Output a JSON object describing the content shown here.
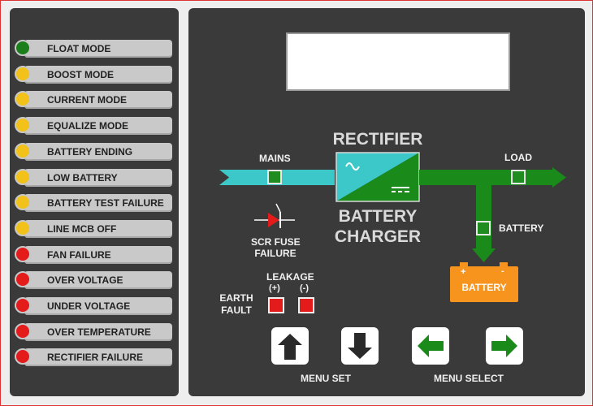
{
  "status_indicators": [
    {
      "label": "FLOAT MODE",
      "color": "#1a7f1a"
    },
    {
      "label": "BOOST MODE",
      "color": "#f2c21a"
    },
    {
      "label": "CURRENT MODE",
      "color": "#f2c21a"
    },
    {
      "label": "EQUALIZE MODE",
      "color": "#f2c21a"
    },
    {
      "label": "BATTERY ENDING",
      "color": "#f2c21a"
    },
    {
      "label": "LOW BATTERY",
      "color": "#f2c21a"
    },
    {
      "label": "BATTERY TEST FAILURE",
      "color": "#f2c21a"
    },
    {
      "label": "LINE MCB OFF",
      "color": "#f2c21a"
    },
    {
      "label": "FAN FAILURE",
      "color": "#e31b1b"
    },
    {
      "label": "OVER VOLTAGE",
      "color": "#e31b1b"
    },
    {
      "label": "UNDER VOLTAGE",
      "color": "#e31b1b"
    },
    {
      "label": "OVER TEMPERATURE",
      "color": "#e31b1b"
    },
    {
      "label": "RECTIFIER FAILURE",
      "color": "#e31b1b"
    }
  ],
  "diagram": {
    "rectifier_label": "RECTIFIER",
    "battery_charger_line1": "BATTERY",
    "battery_charger_line2": "CHARGER",
    "mains_label": "MAINS",
    "load_label": "LOAD",
    "battery_branch_label": "BATTERY",
    "scr_fuse_line1": "SCR FUSE",
    "scr_fuse_line2": "FAILURE",
    "leakage_label": "LEAKAGE",
    "leakage_plus": "(+)",
    "leakage_minus": "(-)",
    "earth_line1": "EARTH",
    "earth_line2": "FAULT",
    "battery_icon_label": "BATTERY",
    "battery_plus": "+",
    "battery_minus": "-"
  },
  "buttons": {
    "menu_set_label": "MENU SET",
    "menu_select_label": "MENU SELECT"
  },
  "colors": {
    "mains_line": "#3cc8c8",
    "output_line": "#1a8a1a",
    "led_green": "#1a7f1a",
    "led_yellow": "#f2c21a",
    "led_red": "#e31b1b",
    "battery": "#f7941d",
    "panel": "#3a3a3a"
  }
}
